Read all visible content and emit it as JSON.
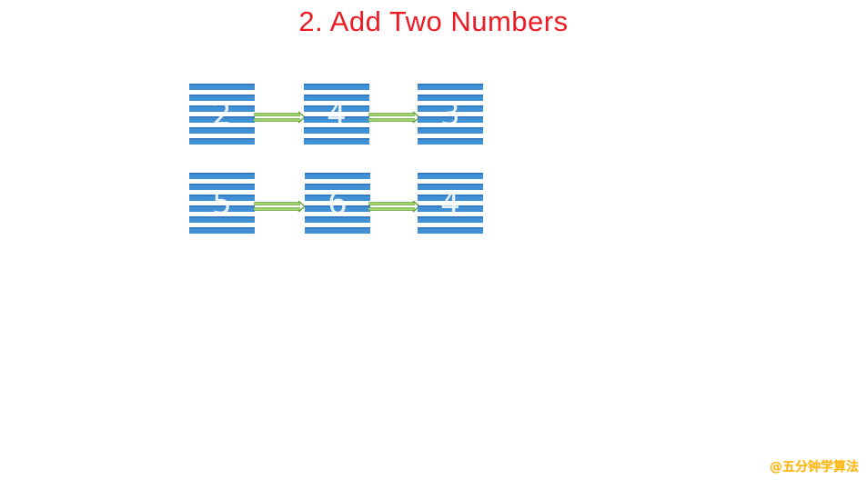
{
  "title": "2. Add Two Numbers",
  "colors": {
    "title_red": "#ed1c24",
    "stripe_blue": "#4191d6",
    "stripe_blue_dark": "#2e71b8",
    "arrow_green_dark": "#5aa02c",
    "arrow_green_light": "#b9e181",
    "watermark_orange": "#fdb913",
    "node_digit": "#ffffff"
  },
  "diagram": {
    "type": "linked-list",
    "description": "Two singly linked lists connected by next-pointer arrows",
    "lists": [
      {
        "name": "list-1",
        "nodes": [
          "2",
          "4",
          "3"
        ]
      },
      {
        "name": "list-2",
        "nodes": [
          "5",
          "6",
          "4"
        ]
      }
    ]
  },
  "watermark": "@五分钟学算法"
}
